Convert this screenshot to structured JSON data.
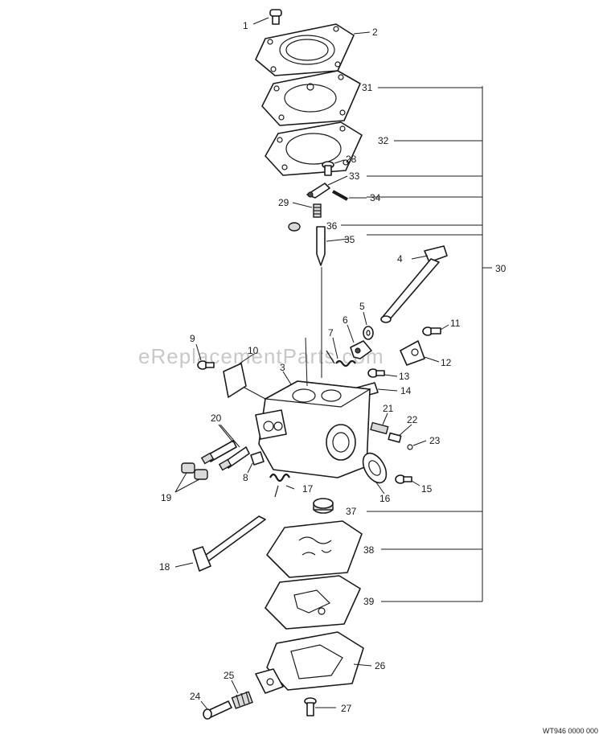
{
  "watermark": "eReplacementParts.com",
  "diagram_code": "WT946 0000 000",
  "callouts": [
    {
      "id": "1",
      "label": "1"
    },
    {
      "id": "2",
      "label": "2"
    },
    {
      "id": "3",
      "label": "3"
    },
    {
      "id": "4",
      "label": "4"
    },
    {
      "id": "5",
      "label": "5"
    },
    {
      "id": "6",
      "label": "6"
    },
    {
      "id": "7",
      "label": "7"
    },
    {
      "id": "8",
      "label": "8"
    },
    {
      "id": "9",
      "label": "9"
    },
    {
      "id": "10",
      "label": "10"
    },
    {
      "id": "11",
      "label": "11"
    },
    {
      "id": "12",
      "label": "12"
    },
    {
      "id": "13",
      "label": "13"
    },
    {
      "id": "14",
      "label": "14"
    },
    {
      "id": "15",
      "label": "15"
    },
    {
      "id": "16",
      "label": "16"
    },
    {
      "id": "17",
      "label": "17"
    },
    {
      "id": "18",
      "label": "18"
    },
    {
      "id": "19",
      "label": "19"
    },
    {
      "id": "20",
      "label": "20"
    },
    {
      "id": "21",
      "label": "21"
    },
    {
      "id": "22",
      "label": "22"
    },
    {
      "id": "23",
      "label": "23"
    },
    {
      "id": "24",
      "label": "24"
    },
    {
      "id": "25",
      "label": "25"
    },
    {
      "id": "26",
      "label": "26"
    },
    {
      "id": "27",
      "label": "27"
    },
    {
      "id": "28",
      "label": "28"
    },
    {
      "id": "29",
      "label": "29"
    },
    {
      "id": "30",
      "label": "30"
    },
    {
      "id": "31",
      "label": "31"
    },
    {
      "id": "32",
      "label": "32"
    },
    {
      "id": "33",
      "label": "33"
    },
    {
      "id": "34",
      "label": "34"
    },
    {
      "id": "35",
      "label": "35"
    },
    {
      "id": "36",
      "label": "36"
    },
    {
      "id": "37",
      "label": "37"
    },
    {
      "id": "38",
      "label": "38"
    },
    {
      "id": "39",
      "label": "39"
    }
  ]
}
